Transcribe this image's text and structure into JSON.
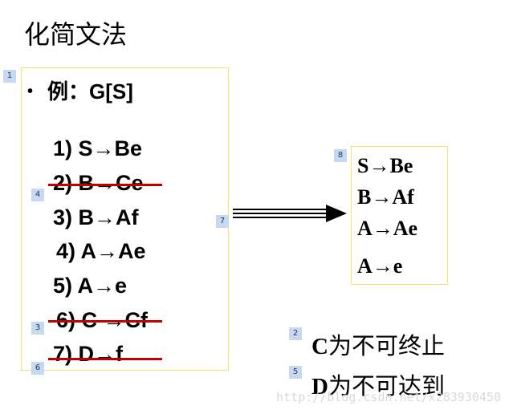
{
  "title": "化简文法",
  "example": {
    "bullet": "•",
    "label": "例：G[S]"
  },
  "left_rules": [
    {
      "text": "1) S→Be"
    },
    {
      "text": "2) B→Ce"
    },
    {
      "text": "3) B→Af"
    },
    {
      "text": "4) A→Ae"
    },
    {
      "text": "5) A→e"
    },
    {
      "text": "6) C →Cf"
    },
    {
      "text": "7) D→f"
    }
  ],
  "right_rules": [
    "S→Be",
    "B→Af",
    "A→Ae",
    "A→e"
  ],
  "notes": {
    "c": {
      "symbol": "C",
      "text": "为不可终止"
    },
    "d": {
      "symbol": "D",
      "text": "为不可达到"
    }
  },
  "tags": {
    "t1": "1",
    "t2": "2",
    "t3": "3",
    "t4": "4",
    "t5": "5",
    "t6": "6",
    "t7": "7",
    "t8": "8"
  },
  "watermark": "http://blog.csdn.net/x283930450",
  "colors": {
    "box_border": "#f2e36b",
    "strike": "#c00000",
    "tag_bg": "#c6d9f1"
  }
}
